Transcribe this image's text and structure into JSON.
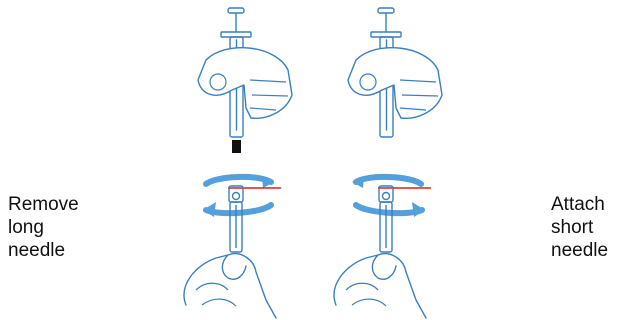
{
  "captions": {
    "left": [
      "Remove",
      "long",
      "needle"
    ],
    "right": [
      "Attach",
      "short",
      "needle"
    ]
  },
  "colors": {
    "line": "#3a7fc0",
    "fill": "#bfe0f6",
    "arrow": "#55a0dc",
    "marker": "#d92020",
    "tip": "#111111"
  },
  "illustrations": [
    {
      "name": "remove-long-needle",
      "icon": "syringe-hands-twist-off-icon"
    },
    {
      "name": "attach-short-needle",
      "icon": "syringe-hands-twist-on-icon"
    }
  ]
}
